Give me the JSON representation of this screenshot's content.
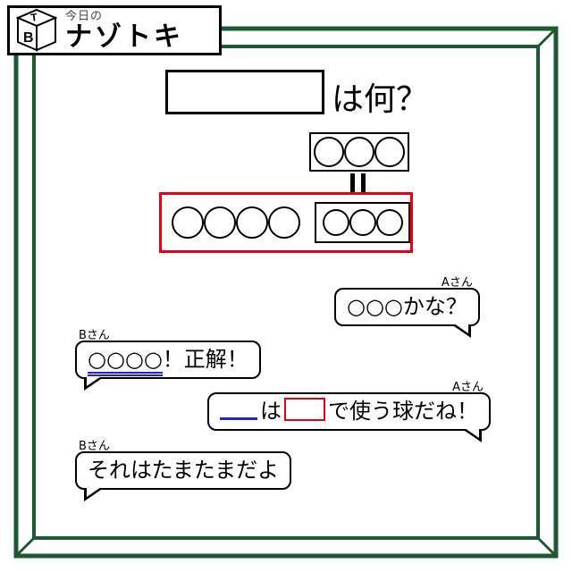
{
  "colors": {
    "frame_green": "#1c5a34",
    "accent_red": "#e60012",
    "underline_blue": "#2323d6"
  },
  "logo": {
    "cube_top_letter": "T",
    "cube_front_letter": "B",
    "kicker": "今日の",
    "title": "ナゾトキ"
  },
  "puzzle": {
    "question_suffix": "は何？",
    "equation": {
      "top_box_circle_count": 3,
      "red_box_left_circle_count": 4,
      "red_box_inner_circle_count": 3
    }
  },
  "bubbles": [
    {
      "speaker": "Aさん",
      "text": "○○○かな？"
    },
    {
      "speaker": "Bさん",
      "underlined": "○○○○",
      "rest": "！正解！"
    },
    {
      "speaker": "Aさん",
      "particle": "は",
      "rest": "で使う球だね！"
    },
    {
      "speaker": "Bさん",
      "text": "それはたまたまだよ"
    }
  ]
}
